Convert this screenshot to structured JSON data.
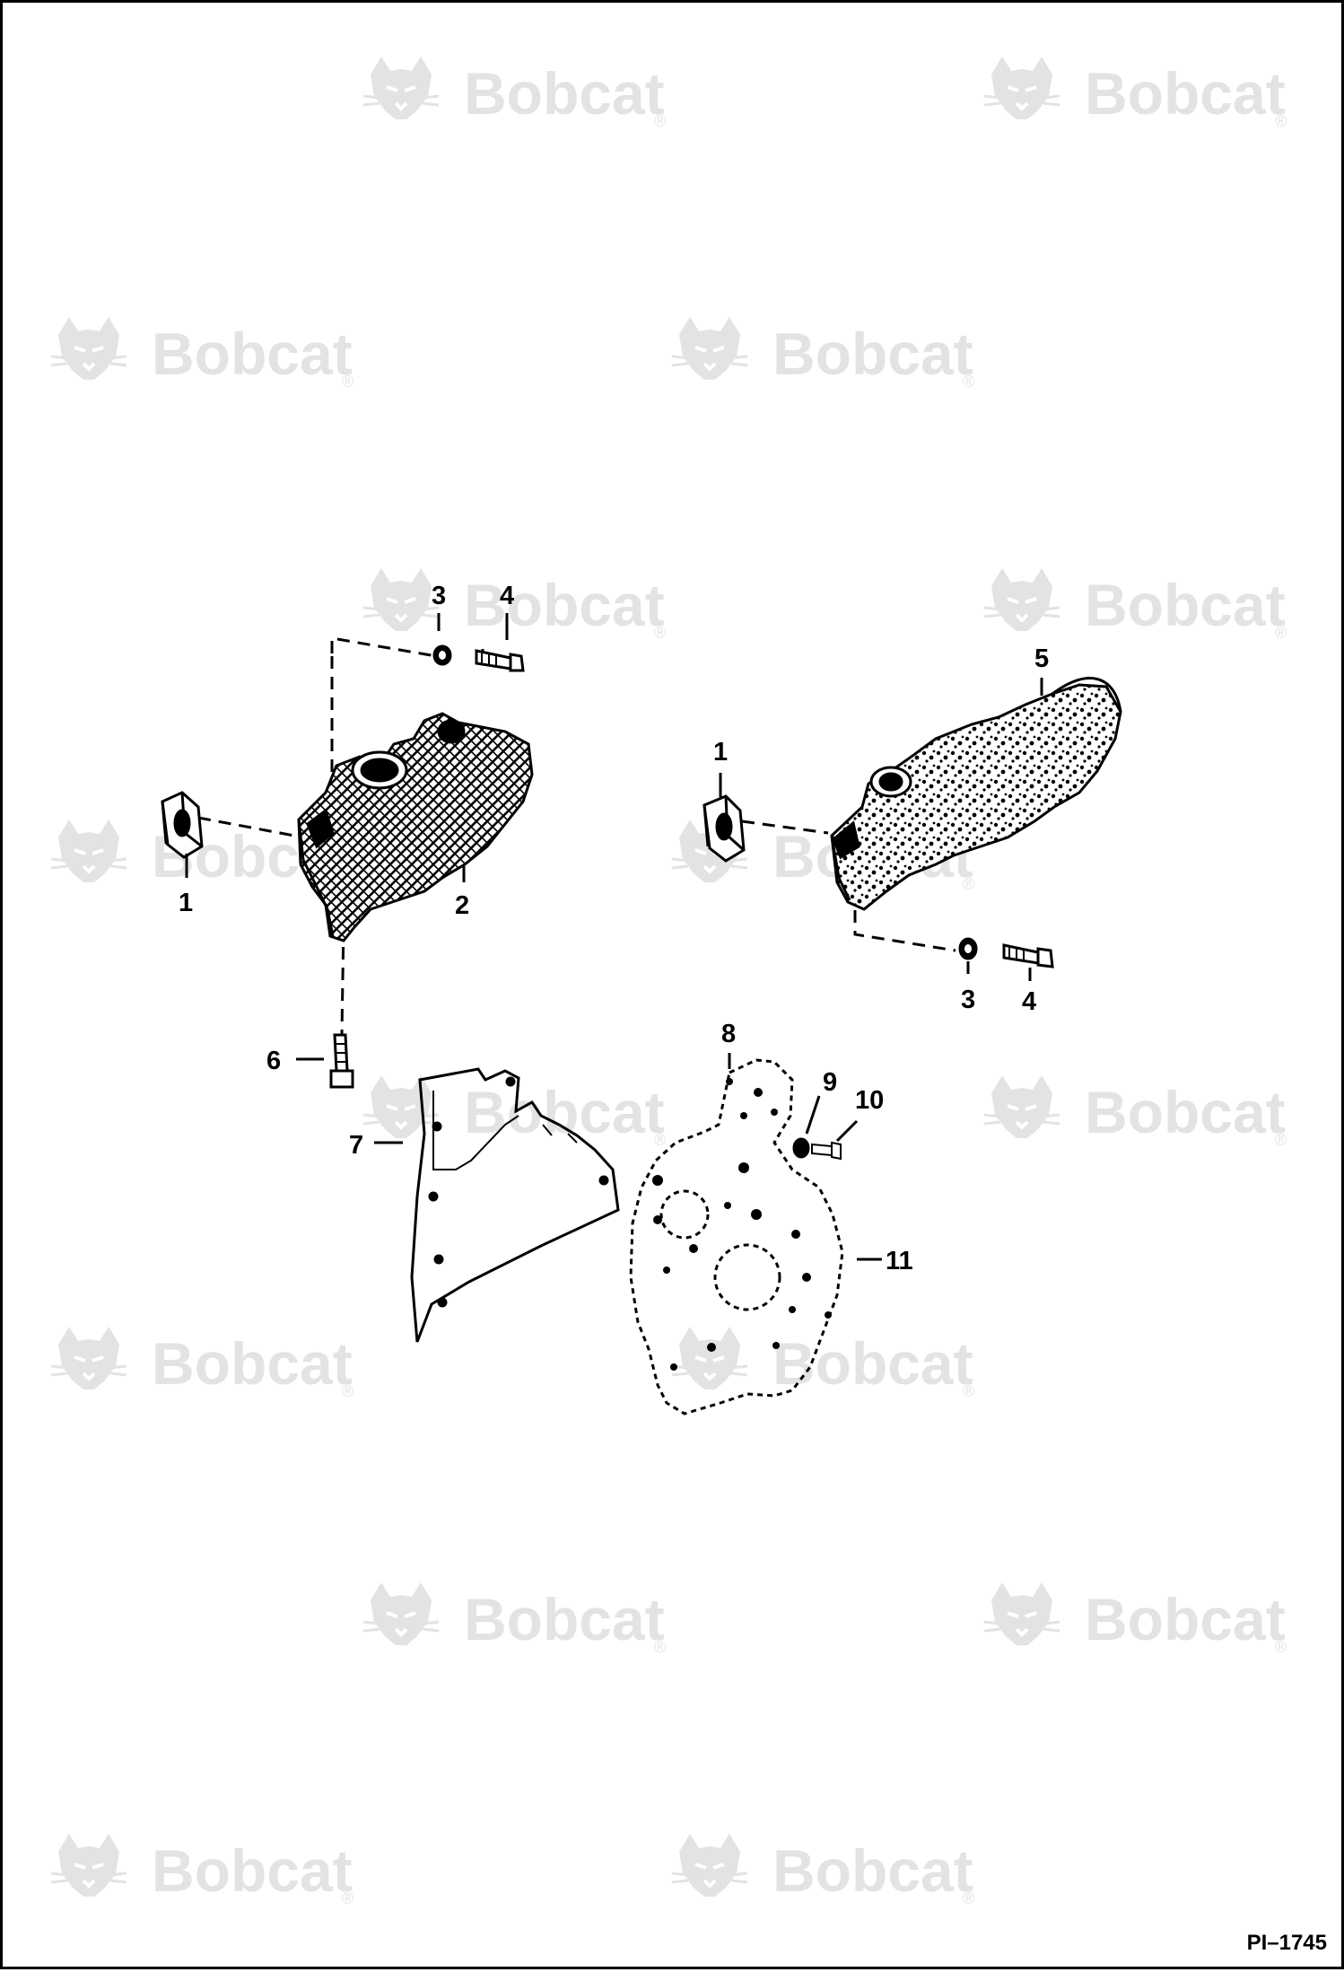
{
  "watermark": {
    "brand": "Bobcat",
    "registered_mark": "®"
  },
  "page_id": "PI–1745",
  "callouts": {
    "left_gasket": "1",
    "left_manifold": "2",
    "left_washer": "3",
    "left_bolt": "4",
    "right_manifold": "5",
    "left_lower_bolt": "6",
    "plate_gasket": "7",
    "front_plate": "8",
    "plate_washer": "9",
    "plate_bolt": "10",
    "right_gasket": "1",
    "right_washer": "3",
    "right_bolt": "4",
    "plate_cover": "11"
  },
  "colors": {
    "ink": "#000000",
    "watermark": "#e3e3e3",
    "paper": "#ffffff"
  }
}
